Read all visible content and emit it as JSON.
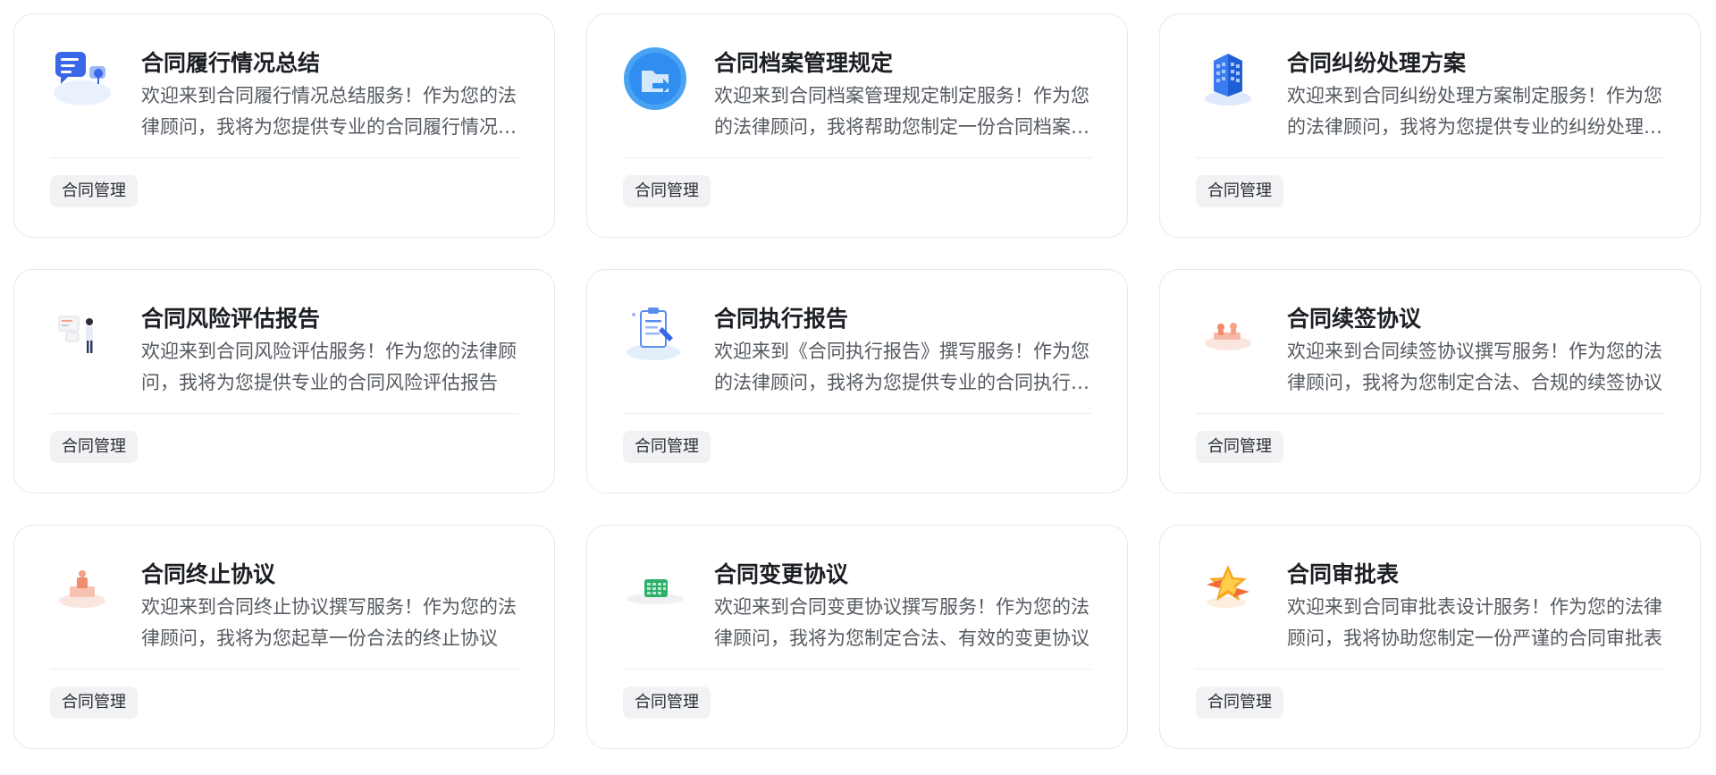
{
  "colors": {
    "card_border": "#e7e8eb",
    "tag_bg": "#f1f2f4",
    "title_text": "#1c1f23",
    "desc_text": "#555a60"
  },
  "cards": [
    {
      "icon": "chat-bubbles-icon",
      "title": "合同履行情况总结",
      "desc": "欢迎来到合同履行情况总结服务！作为您的法律顾问，我将为您提供专业的合同履行情况总结",
      "tag": "合同管理"
    },
    {
      "icon": "folder-arrow-icon",
      "title": "合同档案管理规定",
      "desc": "欢迎来到合同档案管理规定制定服务！作为您的法律顾问，我将帮助您制定一份合同档案管理规定",
      "tag": "合同管理"
    },
    {
      "icon": "office-building-icon",
      "title": "合同纠纷处理方案",
      "desc": "欢迎来到合同纠纷处理方案制定服务！作为您的法律顾问，我将为您提供专业的纠纷处理方案",
      "tag": "合同管理"
    },
    {
      "icon": "person-presentation-icon",
      "title": "合同风险评估报告",
      "desc": "欢迎来到合同风险评估服务！作为您的法律顾问，我将为您提供专业的合同风险评估报告",
      "tag": "合同管理"
    },
    {
      "icon": "clipboard-document-icon",
      "title": "合同执行报告",
      "desc": "欢迎来到《合同执行报告》撰写服务！作为您的法律顾问，我将为您提供专业的合同执行报告",
      "tag": "合同管理"
    },
    {
      "icon": "handshake-scene-icon",
      "title": "合同续签协议",
      "desc": "欢迎来到合同续签协议撰写服务！作为您的法律顾问，我将为您制定合法、合规的续签协议",
      "tag": "合同管理"
    },
    {
      "icon": "desk-scene-icon",
      "title": "合同终止协议",
      "desc": "欢迎来到合同终止协议撰写服务！作为您的法律顾问，我将为您起草一份合法的终止协议",
      "tag": "合同管理"
    },
    {
      "icon": "calendar-grid-icon",
      "title": "合同变更协议",
      "desc": "欢迎来到合同变更协议撰写服务！作为您的法律顾问，我将为您制定合法、有效的变更协议",
      "tag": "合同管理"
    },
    {
      "icon": "star-badge-icon",
      "title": "合同审批表",
      "desc": "欢迎来到合同审批表设计服务！作为您的法律顾问，我将协助您制定一份严谨的合同审批表",
      "tag": "合同管理"
    }
  ]
}
